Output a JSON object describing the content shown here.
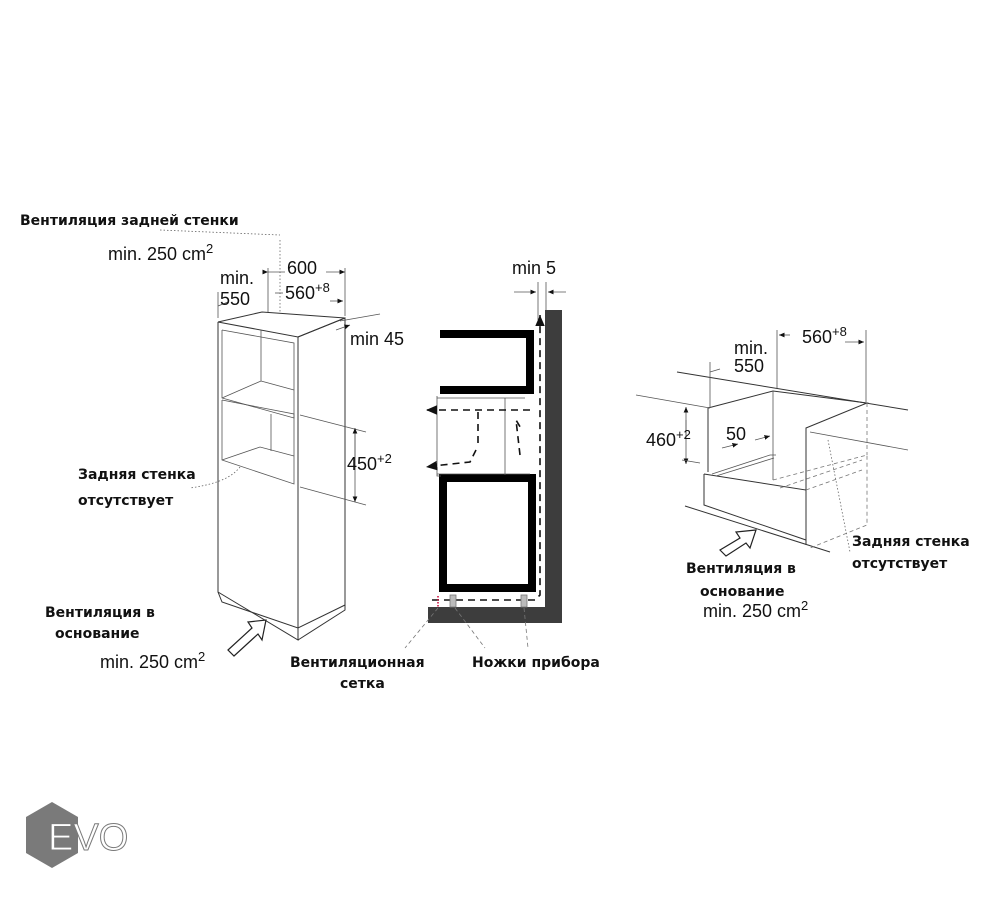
{
  "left_cabinet": {
    "rear_vent_title": "Вентиляция задней стенки",
    "rear_vent_area": "min. 250 cm",
    "rear_vent_area_sup": "2",
    "width_600": "600",
    "width_560": "560",
    "width_560_sup": "+8",
    "depth_min": "min.",
    "depth_550": "550",
    "min_45": "min 45",
    "height_450": "450",
    "height_450_sup": "+2",
    "no_back_wall_1": "Задняя стенка",
    "no_back_wall_2": "отсутствует",
    "base_vent_1": "Вентиляция в",
    "base_vent_2": "основание",
    "base_vent_area": "min. 250 cm",
    "base_vent_area_sup": "2"
  },
  "section": {
    "min_5": "min 5",
    "vent_grid_1": "Вентиляционная",
    "vent_grid_2": "сетка",
    "appliance_feet": "Ножки прибора"
  },
  "right_drawer": {
    "depth_min": "min.",
    "depth_550": "550",
    "width_560": "560",
    "width_560_sup": "+8",
    "height_460": "460",
    "height_460_sup": "+2",
    "gap_50": "50",
    "no_back_wall_1": "Задняя стенка",
    "no_back_wall_2": "отсутствует",
    "base_vent_1": "Вентиляция в",
    "base_vent_2": "основание",
    "base_vent_area": "min. 250 cm",
    "base_vent_area_sup": "2"
  },
  "logo": {
    "text": "EVO",
    "color": "#7a7a7a"
  },
  "colors": {
    "wall": "#3d3d3d",
    "ink": "#111111"
  }
}
